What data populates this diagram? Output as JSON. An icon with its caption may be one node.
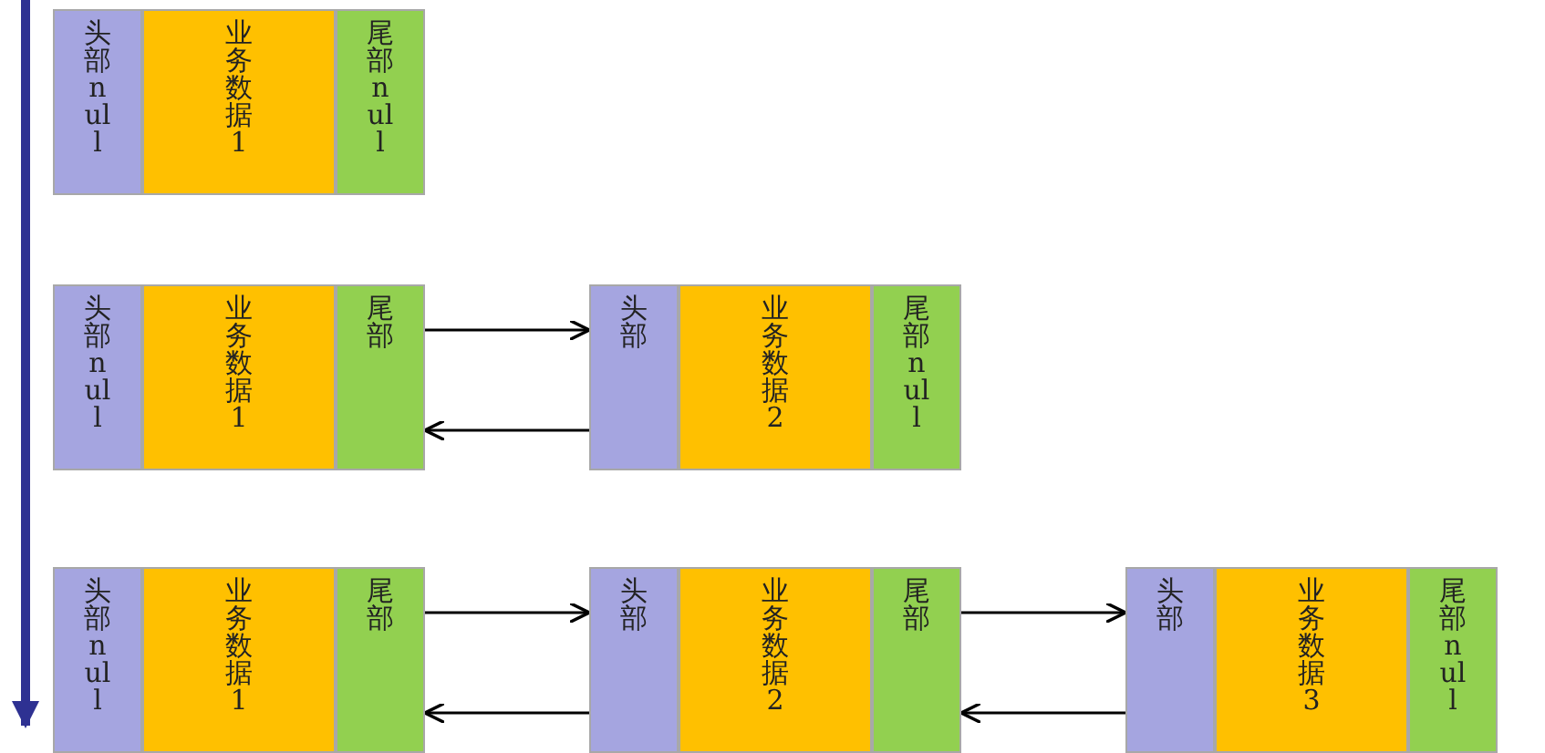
{
  "diagram": {
    "nodes": [
      {
        "text": [
          "头部null"
        ]
      },
      {
        "text": [
          "业务数据1"
        ]
      },
      {
        "text": [
          "尾部null"
        ]
      },
      {
        "text": [
          "头部null"
        ]
      },
      {
        "text": [
          "业务数据1"
        ]
      },
      {
        "text": [
          "尾部"
        ]
      },
      {
        "text": [
          "头部"
        ]
      },
      {
        "text": [
          "业务数据2"
        ]
      },
      {
        "text": [
          "尾部null"
        ]
      },
      {
        "text": [
          "头部null"
        ]
      },
      {
        "text": [
          "业务数据1"
        ]
      },
      {
        "text": [
          "尾部"
        ]
      },
      {
        "text": [
          "头部"
        ]
      },
      {
        "text": [
          "业务数据2"
        ]
      },
      {
        "text": [
          "尾部"
        ]
      },
      {
        "text": [
          "头部"
        ]
      },
      {
        "text": [
          "业务数据3"
        ]
      },
      {
        "text": [
          "尾部null"
        ]
      }
    ],
    "edges": [
      {
        "from": 5,
        "to": 6,
        "arrow": "to"
      },
      {
        "from": 6,
        "to": 5,
        "arrow": "to"
      },
      {
        "from": 11,
        "to": 12,
        "arrow": "to"
      },
      {
        "from": 12,
        "to": 11,
        "arrow": "to"
      },
      {
        "from": 14,
        "to": 15,
        "arrow": "to"
      },
      {
        "from": 15,
        "to": 14,
        "arrow": "to"
      }
    ]
  }
}
